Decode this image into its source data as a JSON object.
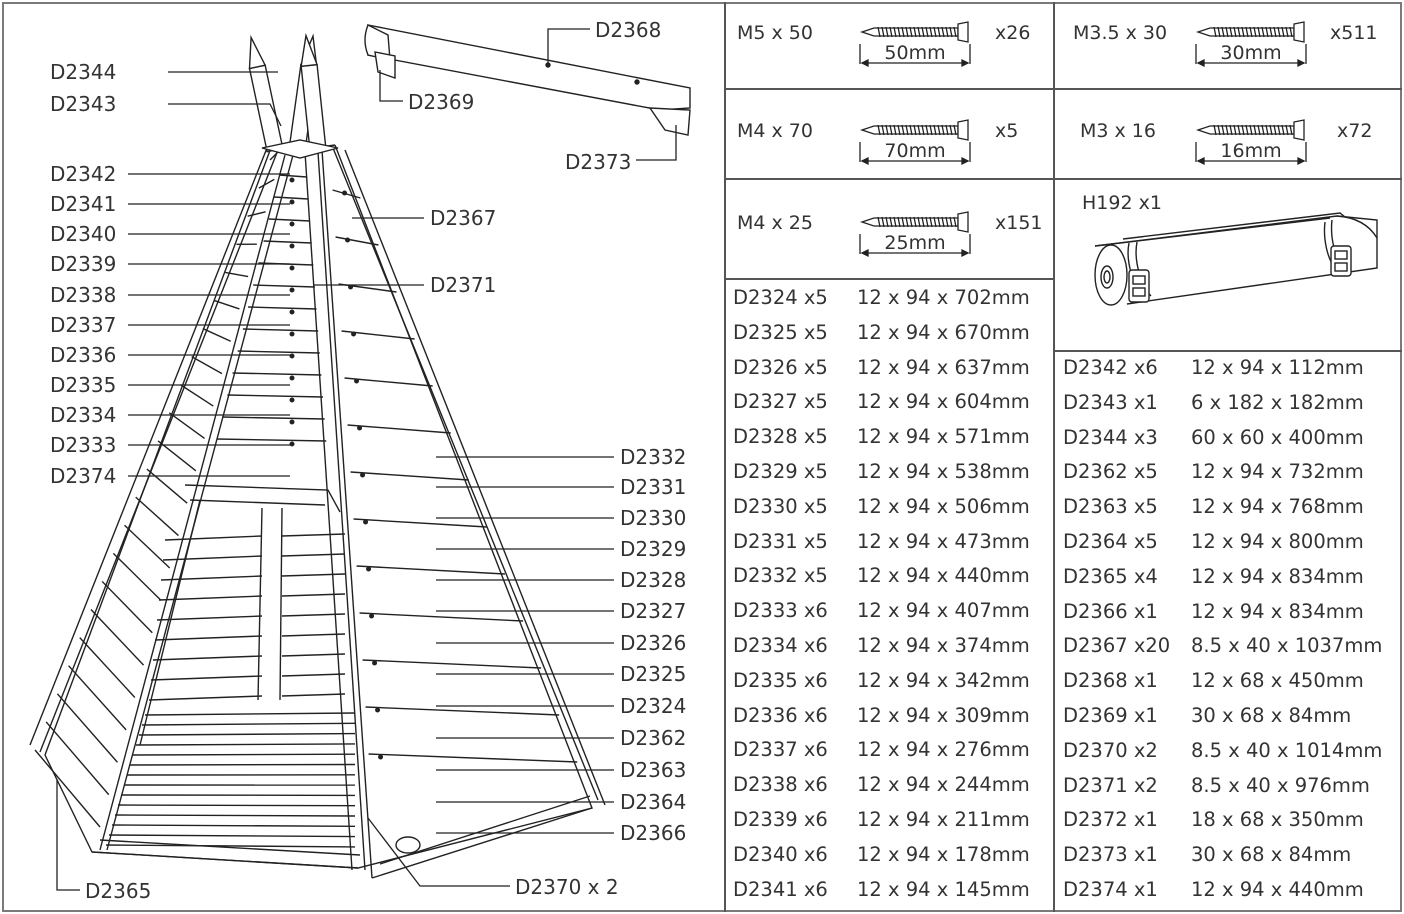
{
  "diagram_labels": {
    "left": [
      "D2344",
      "D2343",
      "D2342",
      "D2341",
      "D2340",
      "D2339",
      "D2338",
      "D2337",
      "D2336",
      "D2335",
      "D2334",
      "D2333",
      "D2374"
    ],
    "right": [
      "D2332",
      "D2331",
      "D2330",
      "D2329",
      "D2328",
      "D2327",
      "D2326",
      "D2325",
      "D2324",
      "D2362",
      "D2363",
      "D2364",
      "D2366"
    ],
    "top": {
      "d2368": "D2368",
      "d2369": "D2369",
      "d2373": "D2373",
      "d2367": "D2367",
      "d2371": "D2371"
    },
    "bottom": {
      "d2365": "D2365",
      "d2370": "D2370 x 2"
    }
  },
  "screws": [
    {
      "label": "M5 x 50",
      "length": "50mm",
      "count": "x26"
    },
    {
      "label": "M3.5 x 30",
      "length": "30mm",
      "count": "x511"
    },
    {
      "label": "M4 x 70",
      "length": "70mm",
      "count": "x5"
    },
    {
      "label": "M3 x 16",
      "length": "16mm",
      "count": "x72"
    },
    {
      "label": "M4 x 25",
      "length": "25mm",
      "count": "x151"
    }
  ],
  "strap": {
    "label": "H192 x1"
  },
  "parts_left": [
    {
      "code": "D2324 x5",
      "dim": "12 x 94 x 702mm"
    },
    {
      "code": "D2325 x5",
      "dim": "12 x 94 x 670mm"
    },
    {
      "code": "D2326 x5",
      "dim": "12 x 94 x 637mm"
    },
    {
      "code": "D2327 x5",
      "dim": "12 x 94 x 604mm"
    },
    {
      "code": "D2328 x5",
      "dim": "12 x 94 x 571mm"
    },
    {
      "code": "D2329 x5",
      "dim": "12 x 94 x 538mm"
    },
    {
      "code": "D2330 x5",
      "dim": "12 x 94 x 506mm"
    },
    {
      "code": "D2331 x5",
      "dim": "12 x 94 x 473mm"
    },
    {
      "code": "D2332 x5",
      "dim": "12 x 94 x 440mm"
    },
    {
      "code": "D2333 x6",
      "dim": "12 x 94 x 407mm"
    },
    {
      "code": "D2334 x6",
      "dim": "12 x 94 x 374mm"
    },
    {
      "code": "D2335 x6",
      "dim": "12 x 94 x 342mm"
    },
    {
      "code": "D2336 x6",
      "dim": "12 x 94 x 309mm"
    },
    {
      "code": "D2337 x6",
      "dim": "12 x 94 x 276mm"
    },
    {
      "code": "D2338 x6",
      "dim": "12 x 94 x 244mm"
    },
    {
      "code": "D2339 x6",
      "dim": "12 x 94 x 211mm"
    },
    {
      "code": "D2340 x6",
      "dim": "12 x 94 x 178mm"
    },
    {
      "code": "D2341 x6",
      "dim": "12 x 94 x 145mm"
    }
  ],
  "parts_right": [
    {
      "code": "D2342 x6",
      "dim": "12 x 94 x 112mm"
    },
    {
      "code": "D2343 x1",
      "dim": "6 x 182 x 182mm"
    },
    {
      "code": "D2344 x3",
      "dim": "60 x 60 x 400mm"
    },
    {
      "code": "D2362 x5",
      "dim": "12 x 94 x 732mm"
    },
    {
      "code": "D2363 x5",
      "dim": "12 x 94 x 768mm"
    },
    {
      "code": "D2364 x5",
      "dim": "12 x 94 x 800mm"
    },
    {
      "code": "D2365 x4",
      "dim": "12 x 94 x 834mm"
    },
    {
      "code": "D2366 x1",
      "dim": "12 x 94 x 834mm"
    },
    {
      "code": "D2367 x20",
      "dim": "8.5 x 40 x 1037mm"
    },
    {
      "code": "D2368 x1",
      "dim": "12 x 68 x 450mm"
    },
    {
      "code": "D2369 x1",
      "dim": "30 x 68 x 84mm"
    },
    {
      "code": "D2370 x2",
      "dim": "8.5 x 40 x 1014mm"
    },
    {
      "code": "D2371 x2",
      "dim": "8.5 x 40 x 976mm"
    },
    {
      "code": "D2372 x1",
      "dim": "18 x 68 x 350mm"
    },
    {
      "code": "D2373 x1",
      "dim": "30 x 68 x 84mm"
    },
    {
      "code": "D2374 x1",
      "dim": "12 x 94 x 440mm"
    }
  ]
}
